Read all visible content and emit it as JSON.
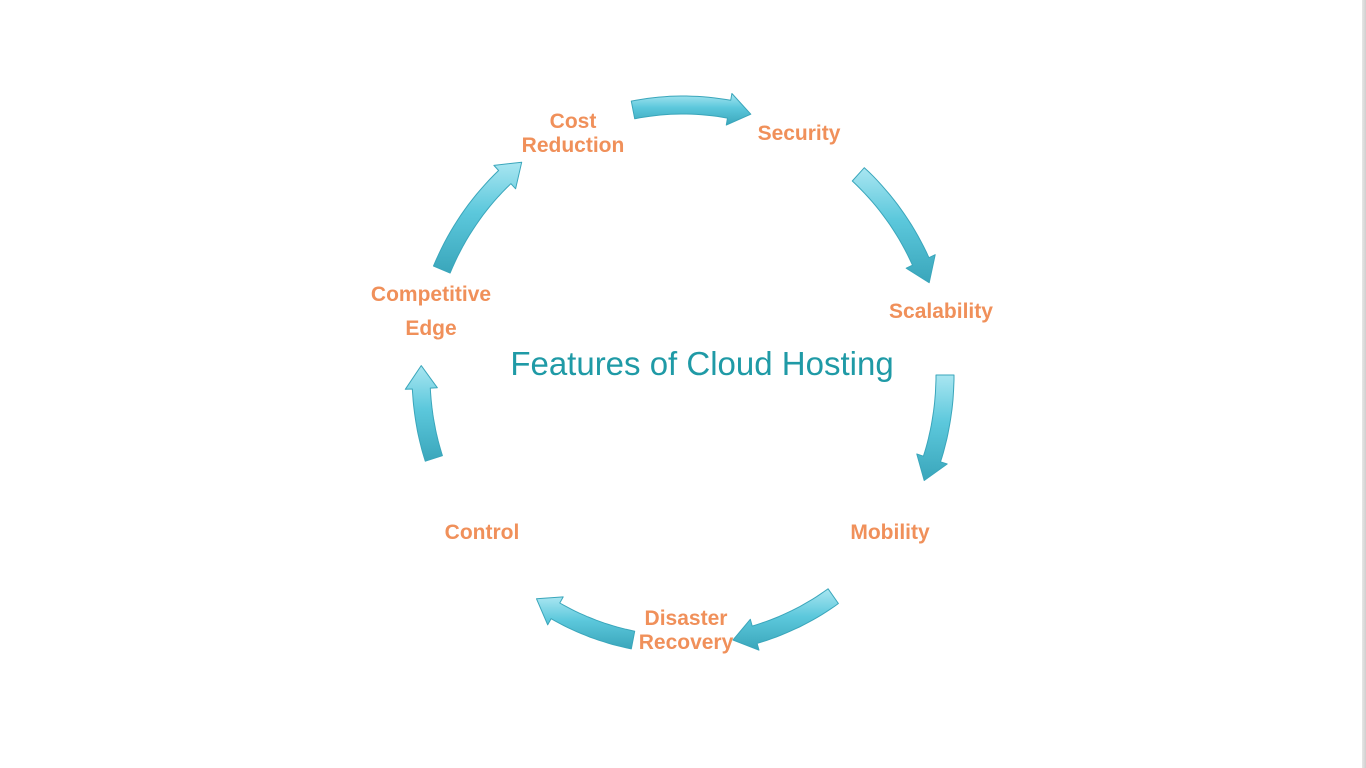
{
  "title": "Features of Cloud Hosting",
  "colors": {
    "title": "#1f9aa6",
    "label": "#f0905a",
    "arrow_fill": "#5cc8dc",
    "arrow_light": "#a9e6f1",
    "arrow_edge": "#3aa6bb"
  },
  "cycle": [
    {
      "id": "cost-reduction",
      "lines": [
        "Cost",
        "Reduction"
      ]
    },
    {
      "id": "security",
      "lines": [
        "Security"
      ]
    },
    {
      "id": "scalability",
      "lines": [
        "Scalability"
      ]
    },
    {
      "id": "mobility",
      "lines": [
        "Mobility"
      ]
    },
    {
      "id": "disaster-recovery",
      "lines": [
        "Disaster",
        "Recovery"
      ]
    },
    {
      "id": "control",
      "lines": [
        "Control"
      ]
    },
    {
      "id": "competitive-edge",
      "lines": [
        "Competitive",
        "Edge"
      ]
    }
  ],
  "arrow_icon": "curved-arrow-icon"
}
